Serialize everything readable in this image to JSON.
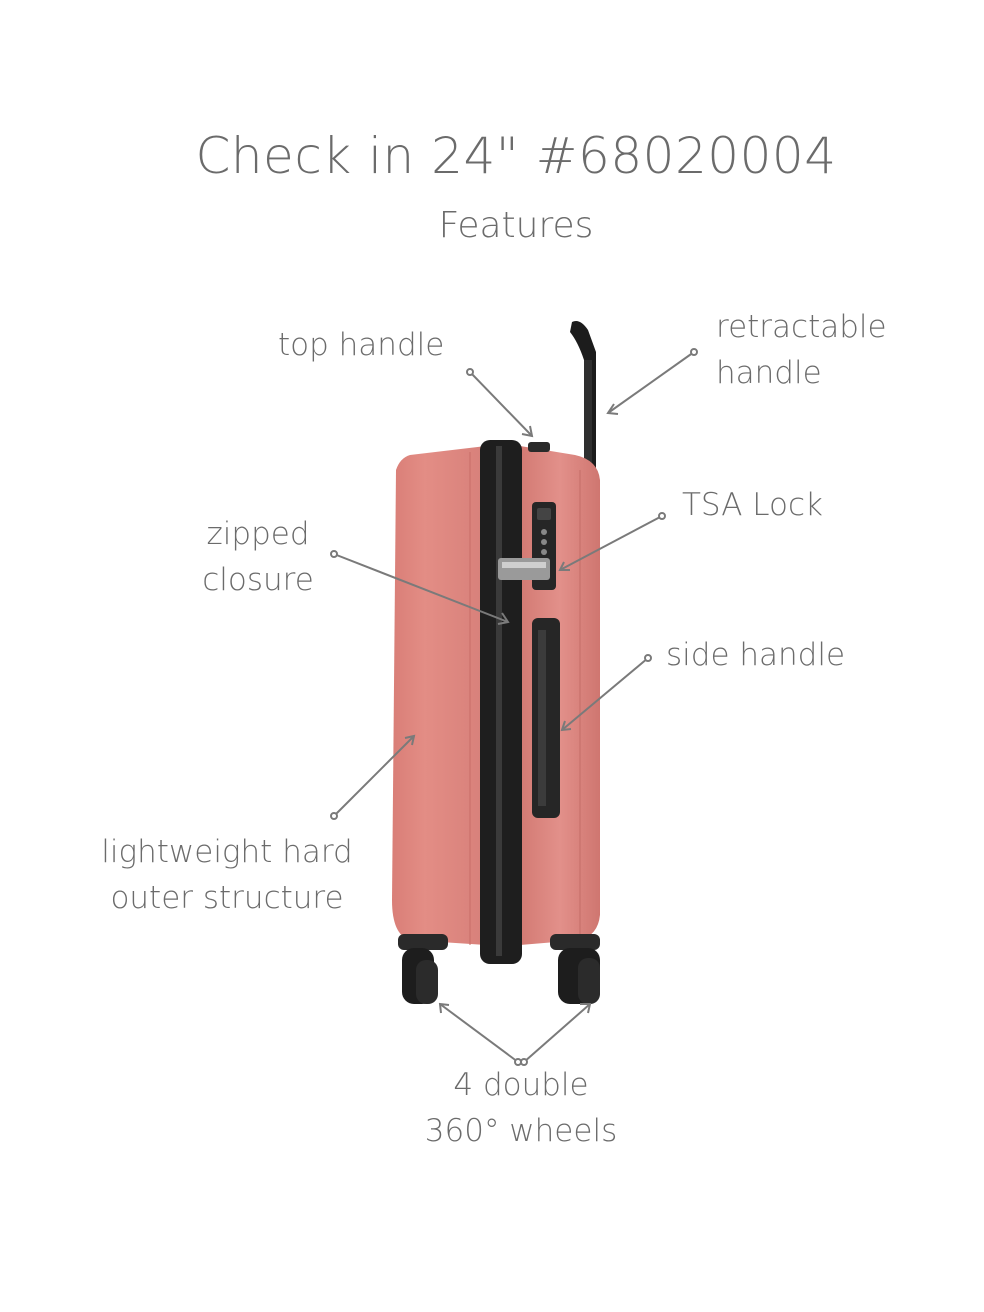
{
  "header": {
    "title": "Check in 24\" #68020004",
    "subtitle": "Features"
  },
  "callouts": {
    "top_handle": {
      "lines": [
        "top handle"
      ]
    },
    "retractable_handle": {
      "lines": [
        "retractable",
        "handle"
      ]
    },
    "zipped_closure": {
      "lines": [
        "zipped",
        "closure"
      ]
    },
    "tsa_lock": {
      "lines": [
        "TSA Lock"
      ]
    },
    "side_handle": {
      "lines": [
        "side handle"
      ]
    },
    "outer_structure": {
      "lines": [
        "lightweight hard",
        "outer structure"
      ]
    },
    "wheels": {
      "lines": [
        "4 double",
        "360° wheels"
      ]
    }
  },
  "colors": {
    "shell": "#e08a82",
    "shell_shade": "#c9706a",
    "zipper": "#1e1e1e",
    "handle": "#2a2a2a",
    "text": "#6b6b6b",
    "pointer": "#7a7a7a"
  }
}
